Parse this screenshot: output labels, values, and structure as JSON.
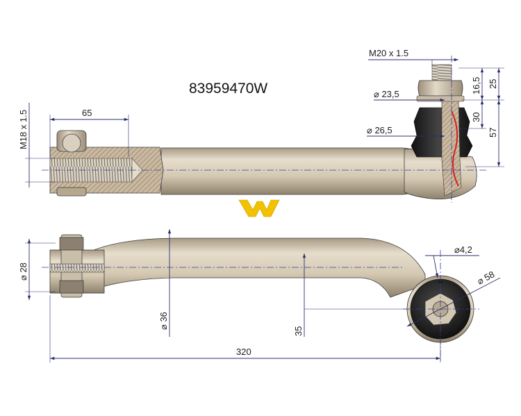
{
  "part_number": "83959470W",
  "logo": {
    "name": "W",
    "color": "#f2c200"
  },
  "colors": {
    "metal": "#d8cdb8",
    "metal_dark": "#a8987e",
    "dimension_line": "#2b2f6e",
    "boot": "#222222",
    "seal_red": "#d42020"
  },
  "dimensions": {
    "thread_stud": "M20 x 1.5",
    "thread_end": "M18 x 1.5",
    "thread_length": "65",
    "cone_small_dia": "⌀ 23,5",
    "cone_large_dia": "⌀ 26,5",
    "h_16_5": "16,5",
    "h_25": "25",
    "h_30": "30",
    "h_57": "57",
    "end_dia": "⌀ 28",
    "tube_dia": "⌀ 36",
    "offset": "35",
    "hole_dia": "⌀4,2",
    "head_dia": "⌀ 58",
    "overall_length": "320"
  }
}
